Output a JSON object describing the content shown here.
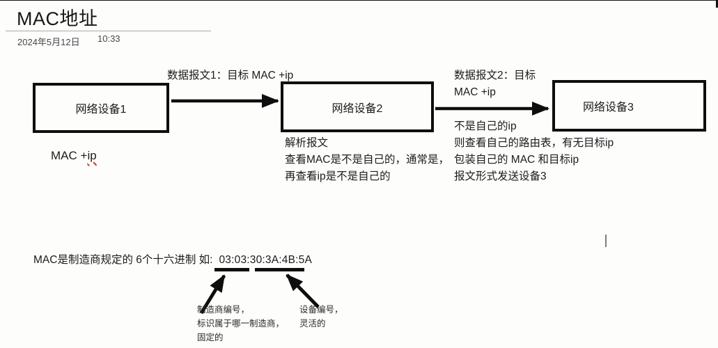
{
  "page": {
    "title": "MAC地址",
    "date": "2024年5月12日",
    "time": "10:33"
  },
  "diagram": {
    "device1": {
      "label": "网络设备1"
    },
    "device2": {
      "label": "网络设备2"
    },
    "device3": {
      "label": "网络设备3"
    },
    "packet1_label": "数据报文1：目标 MAC +ip",
    "packet2_label_line1": "数据报文2：目标",
    "packet2_label_line2": "MAC +ip",
    "device1_note": {
      "prefix": "MAC +",
      "flagged": "ip"
    },
    "device2_notes": [
      "解析报文",
      "查看MAC是不是自己的，通常是，",
      "再查看ip是不是自己的"
    ],
    "device3_notes": [
      "不是自己的ip",
      "则查看自己的路由表，有无目标ip",
      "包装自己的 MAC 和目标ip",
      "报文形式发送设备3"
    ]
  },
  "mac_example": {
    "intro": "MAC是制造商规定的 6个十六进制 如:",
    "vendor_part": "03:03:30",
    "device_part": ":3A:4B:5A",
    "vendor_note_lines": [
      "制造商编号，",
      "标识属于哪一制造商，",
      "固定的"
    ],
    "device_note_lines": [
      "设备编号，",
      "灵活的"
    ]
  },
  "colors": {
    "ink": "#1b1b1b",
    "spellcheck_red": "#d92b2b",
    "rule_gray": "#a9a9a9"
  }
}
